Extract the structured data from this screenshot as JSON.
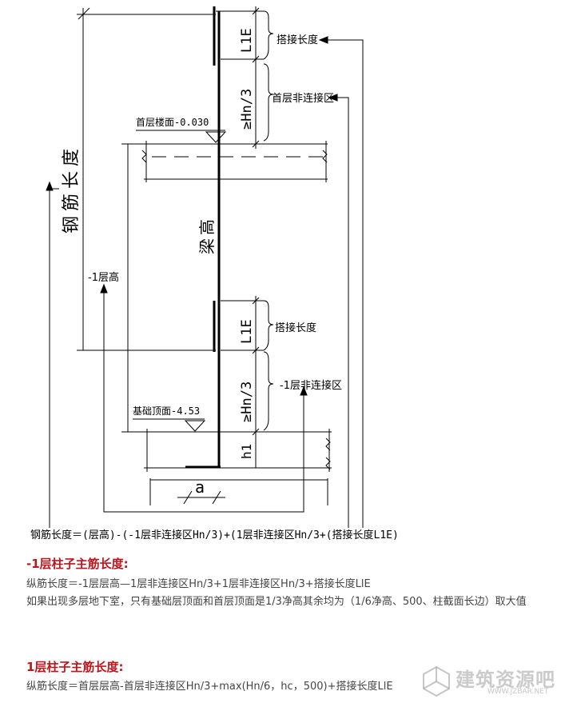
{
  "diagram": {
    "vertical_title": "钢筋长度",
    "beam_label": "梁高",
    "upper": {
      "lap_dim": "L1E",
      "lap_label": "搭接长度",
      "hn_dim": "≥Hn/3",
      "nonconnect_label": "首层非连接区"
    },
    "floor_label": "首层楼面-0.030",
    "story_label": "-1层高",
    "lower": {
      "lap_dim": "L1E",
      "lap_label": "搭接长度",
      "hn_dim": "≥Hn/3",
      "nonconnect_label": "-1层非连接区"
    },
    "foundation_label": "基础顶面-4.53",
    "h1_label": "h1",
    "a_label": "a",
    "formula": "钢筋长度＝(层高)-(-1层非连接区Hn/3)+(1层非连接区Hn/3+(搭接长度L1E)"
  },
  "section1": {
    "heading": "-1层柱子主筋长度:",
    "line1": "纵筋长度＝-1层层高—1层非连接区Hn/3+1层非连接区Hn/3+搭接长度LlE",
    "line2": "如果出现多层地下室，只有基础层顶面和首层顶面是1/3净高其余均为（1/6净高、500、柱截面长边）取大值"
  },
  "section2": {
    "heading": "1层柱子主筋长度:",
    "line1": "纵筋长度＝首层层高-首层非连接区Hn/3+max(Hn/6，hc，500)+搭接长度LlE"
  },
  "watermark": {
    "main": "建筑资源吧",
    "sub": "WWW.JZBAR.NET"
  }
}
